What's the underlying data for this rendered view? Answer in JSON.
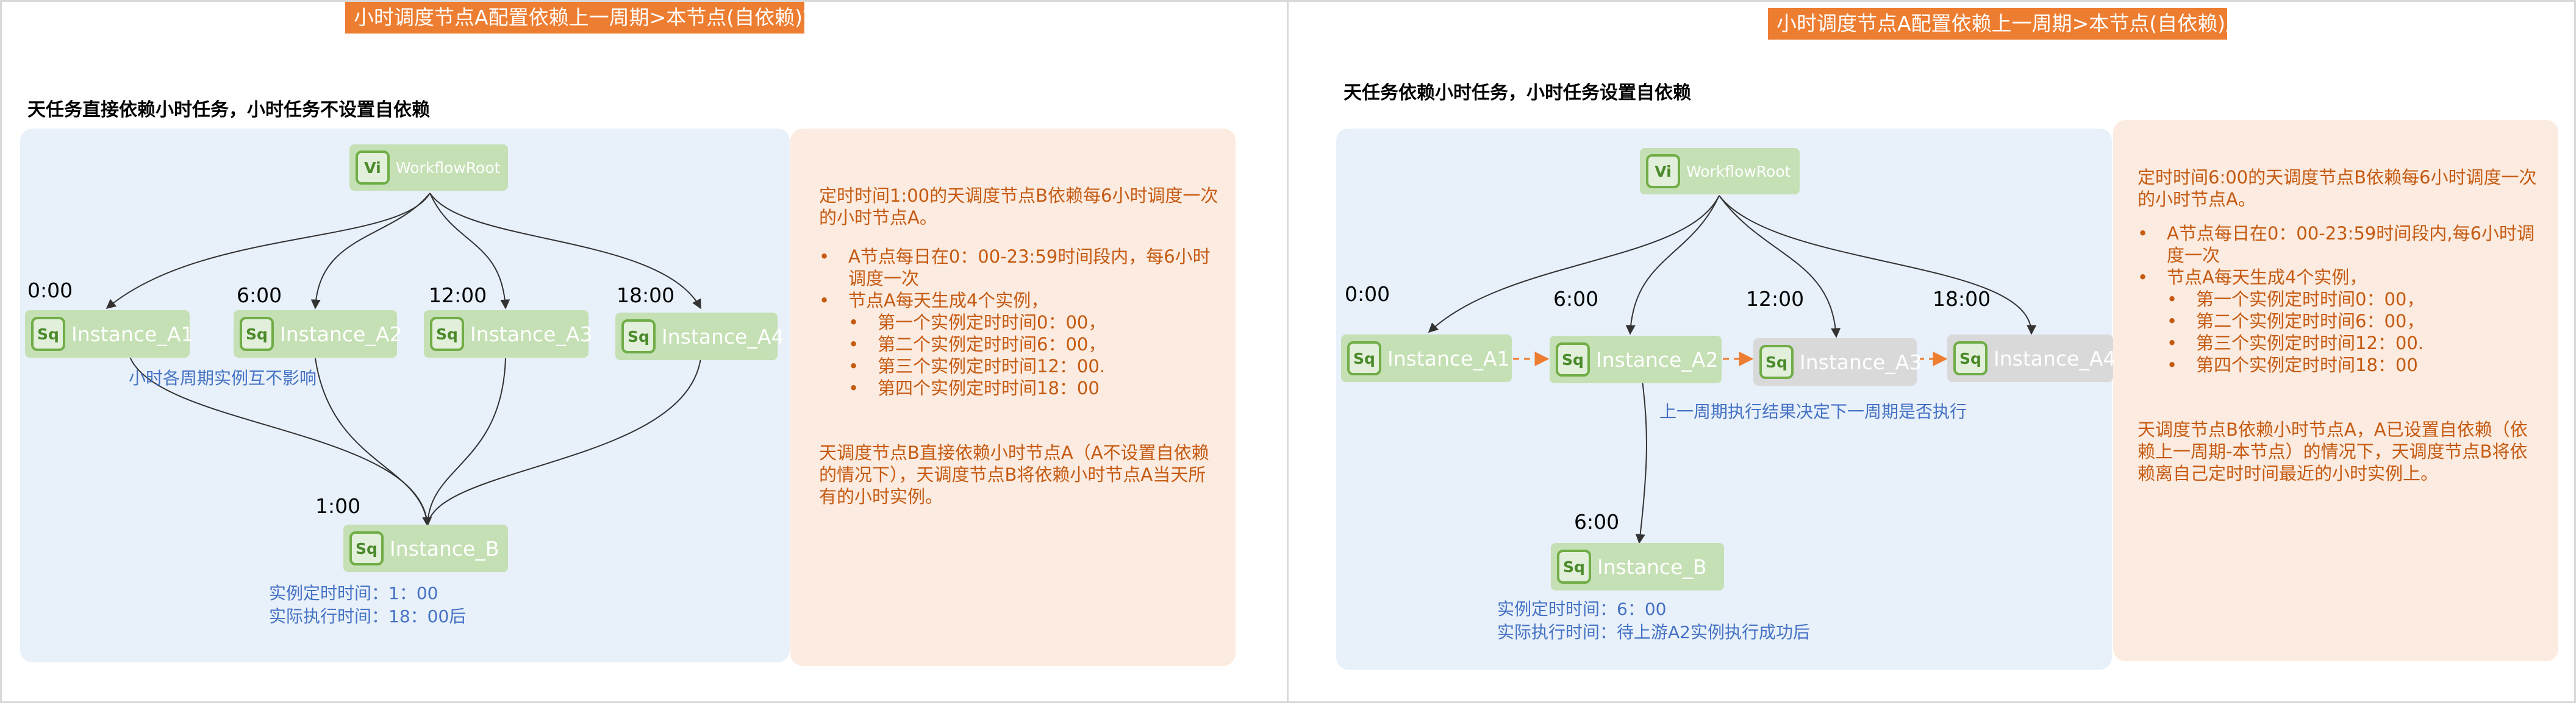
{
  "left": {
    "banner": "小时调度节点A配置依赖上一周期>本节点(自依赖)前",
    "heading": "天任务直接依赖小时任务，小时任务不设置自依赖",
    "root": {
      "badge": "Vi",
      "label": "WorkflowRoot"
    },
    "instances": [
      {
        "badge": "Sq",
        "label": "Instance_A1",
        "time": "0:00"
      },
      {
        "badge": "Sq",
        "label": "Instance_A2",
        "time": "6:00"
      },
      {
        "badge": "Sq",
        "label": "Instance_A3",
        "time": "12:00"
      },
      {
        "badge": "Sq",
        "label": "Instance_A4",
        "time": "18:00"
      }
    ],
    "note_independent": "小时各周期实例互不影响",
    "target": {
      "badge": "Sq",
      "label": "Instance_B",
      "time": "1:00"
    },
    "scheduled_time": "实例定时时间：1：00",
    "actual_time": "实际执行时间：18：00后",
    "desc": {
      "intro": "定时时间1:00的天调度节点B依赖每6小时调度一次的小时节点A。",
      "bullets": [
        {
          "text": "A节点每日在0：00-23:59时间段内，每6小时调度一次",
          "sub": []
        },
        {
          "text": "节点A每天生成4个实例，",
          "sub": [
            "第一个实例定时时间0：00，",
            "第二个实例定时时间6：00，",
            "第三个实例定时时间12：00.",
            "第四个实例定时时间18：00"
          ]
        }
      ],
      "conclusion": "天调度节点B直接依赖小时节点A（A不设置自依赖的情况下），天调度节点B将依赖小时节点A当天所有的小时实例。"
    }
  },
  "right": {
    "banner": "小时调度节点A配置依赖上一周期>本节点(自依赖)后",
    "heading": "天任务依赖小时任务，小时任务设置自依赖",
    "root": {
      "badge": "Vi",
      "label": "WorkflowRoot"
    },
    "instances": [
      {
        "badge": "Sq",
        "label": "Instance_A1",
        "time": "0:00"
      },
      {
        "badge": "Sq",
        "label": "Instance_A2",
        "time": "6:00"
      },
      {
        "badge": "Sq",
        "label": "Instance_A3",
        "time": "12:00"
      },
      {
        "badge": "Sq",
        "label": "Instance_A4",
        "time": "18:00"
      }
    ],
    "note_previous": "上一周期执行结果决定下一周期是否执行",
    "target": {
      "badge": "Sq",
      "label": "Instance_B",
      "time": "6:00"
    },
    "scheduled_time": "实例定时时间：6：00",
    "actual_time": "实际执行时间：待上游A2实例执行成功后",
    "desc": {
      "intro": "定时时间6:00的天调度节点B依赖每6小时调度一次的小时节点A。",
      "bullets": [
        {
          "text": "A节点每日在0：00-23:59时间段内,每6小时调度一次",
          "sub": []
        },
        {
          "text": "节点A每天生成4个实例，",
          "sub": [
            "第一个实例定时时间0：00，",
            "第二个实例定时时间6：00，",
            "第三个实例定时时间12：00.",
            "第四个实例定时时间18：00"
          ]
        }
      ],
      "conclusion": "天调度节点B依赖小时节点A，A已设置自依赖（依赖上一周期-本节点）的情况下，天调度节点B将依赖离自己定时时间最近的小时实例上。"
    }
  },
  "colors": {
    "accent": "#ed7d31",
    "node_fill": "#c5e0b4",
    "node_border": "#70ad47",
    "inactive_fill": "#d9d9d9",
    "note_blue": "#4472c4",
    "text_orange": "#c55a11",
    "diagram_bg": "#e8f0fa",
    "desc_bg": "#fcebe0"
  }
}
